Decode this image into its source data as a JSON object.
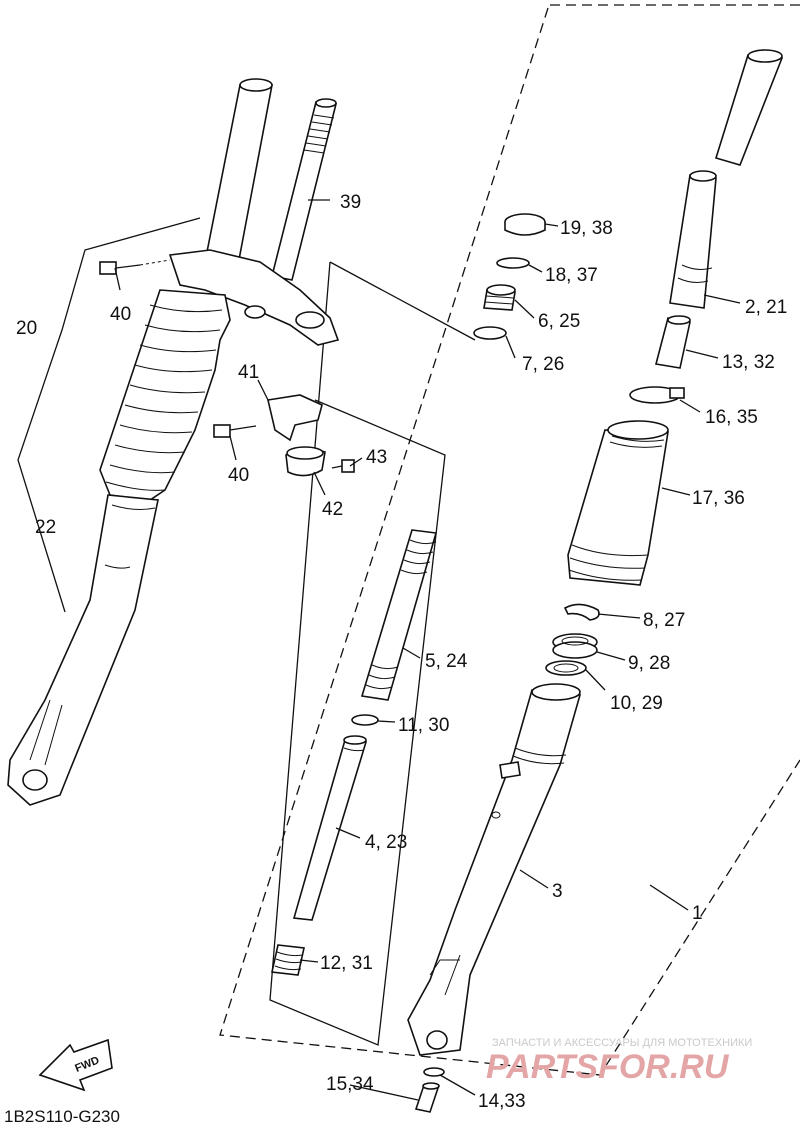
{
  "diagram_code": "1B2S110-G230",
  "fwd_label": "FWD",
  "watermark": {
    "line1": "ЗАПЧАСТИ И АКСЕССУАРЫ ДЛЯ МОТОТЕХНИКИ",
    "line2": "PARTSFOR.RU"
  },
  "callouts": [
    {
      "id": "19-38",
      "text": "19, 38"
    },
    {
      "id": "18-37",
      "text": "18, 37"
    },
    {
      "id": "6-25",
      "text": "6, 25"
    },
    {
      "id": "7-26",
      "text": "7, 26"
    },
    {
      "id": "2-21",
      "text": "2, 21"
    },
    {
      "id": "13-32",
      "text": "13, 32"
    },
    {
      "id": "16-35",
      "text": "16, 35"
    },
    {
      "id": "17-36",
      "text": "17, 36"
    },
    {
      "id": "8-27",
      "text": "8, 27"
    },
    {
      "id": "9-28",
      "text": "9, 28"
    },
    {
      "id": "10-29",
      "text": "10, 29"
    },
    {
      "id": "5-24",
      "text": "5, 24"
    },
    {
      "id": "11-30",
      "text": "11, 30"
    },
    {
      "id": "4-23",
      "text": "4, 23"
    },
    {
      "id": "3",
      "text": "3"
    },
    {
      "id": "1",
      "text": "1"
    },
    {
      "id": "12-31",
      "text": "12, 31"
    },
    {
      "id": "15-34",
      "text": "15,34"
    },
    {
      "id": "14-33",
      "text": "14,33"
    },
    {
      "id": "39",
      "text": "39"
    },
    {
      "id": "40a",
      "text": "40"
    },
    {
      "id": "40b",
      "text": "40"
    },
    {
      "id": "41",
      "text": "41"
    },
    {
      "id": "42",
      "text": "42"
    },
    {
      "id": "43",
      "text": "43"
    },
    {
      "id": "20",
      "text": "20"
    },
    {
      "id": "22",
      "text": "22"
    }
  ]
}
